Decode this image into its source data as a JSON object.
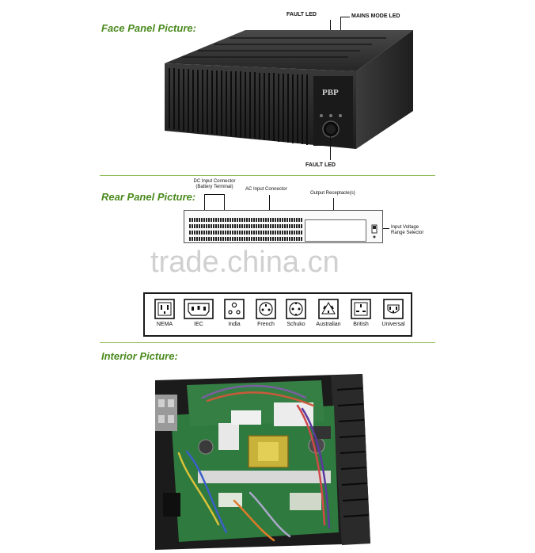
{
  "sections": {
    "face_panel": "Face Panel Picture:",
    "rear_panel": "Rear Panel Picture:",
    "interior": "Interior Picture:"
  },
  "face_callouts": {
    "fault_led_top": "FAULT LED",
    "mains_mode_led": "MAINS MODE LED",
    "fault_led_bottom": "FAULT LED"
  },
  "device_logo": "PBP",
  "rear_callouts": {
    "dc_input": "DC Input Connector",
    "dc_input_sub": "(Battery Terminal)",
    "ac_input": "AC Input Connector",
    "output_receptacle": "Output Receptacle(s)",
    "input_voltage": "Input Voltage",
    "input_voltage_sub": "Range Selector"
  },
  "watermark": "trade.china.cn",
  "plug_types": [
    "NEMA",
    "IEC",
    "India",
    "French",
    "Schuko",
    "Australian",
    "British",
    "Universal"
  ],
  "colors": {
    "section_title": "#4a8a1e",
    "divider": "#8fbf5a",
    "device_body": "#2b2b2b",
    "pcb_green": "#2f7a3e"
  }
}
